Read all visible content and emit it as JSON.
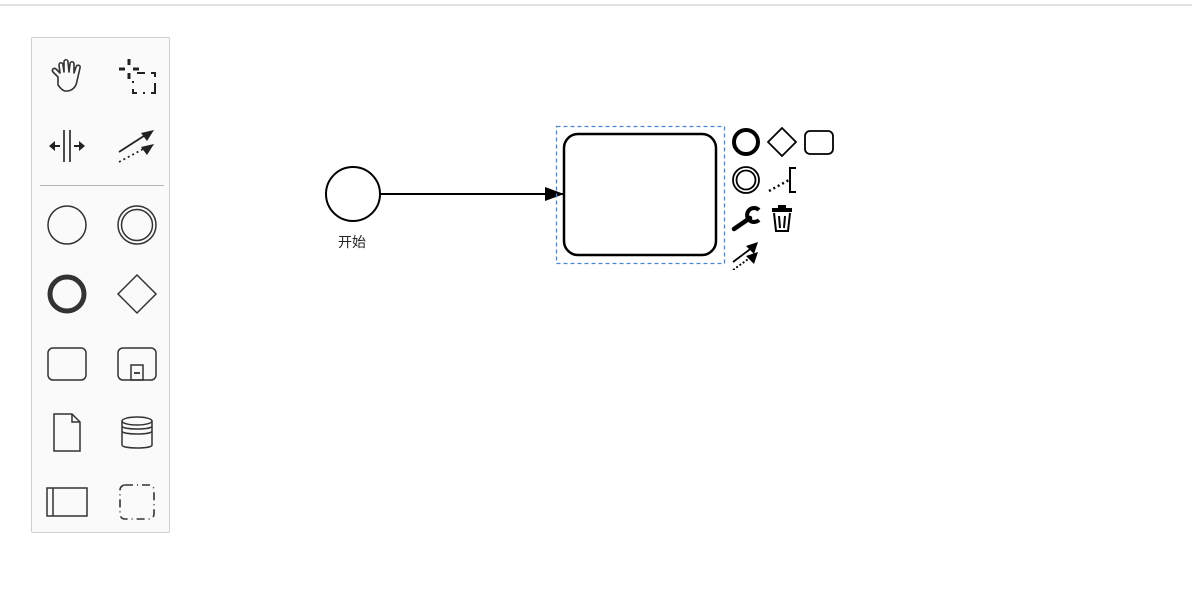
{
  "palette": {
    "tools": [
      {
        "id": "hand-tool",
        "label": "Activate the hand tool"
      },
      {
        "id": "lasso-tool",
        "label": "Activate the lasso tool"
      },
      {
        "id": "space-tool",
        "label": "Activate the create/remove space tool"
      },
      {
        "id": "global-connect-tool",
        "label": "Activate the global connect tool"
      }
    ],
    "shapes": [
      {
        "id": "start-event",
        "label": "Create StartEvent"
      },
      {
        "id": "intermediate-event",
        "label": "Create Intermediate/Boundary Event"
      },
      {
        "id": "end-event",
        "label": "Create EndEvent"
      },
      {
        "id": "gateway",
        "label": "Create Gateway"
      },
      {
        "id": "task",
        "label": "Create Task"
      },
      {
        "id": "subprocess",
        "label": "Create expanded SubProcess"
      },
      {
        "id": "data-object",
        "label": "Create DataObjectReference"
      },
      {
        "id": "data-store",
        "label": "Create DataStoreReference"
      },
      {
        "id": "pool",
        "label": "Create Pool/Participant"
      },
      {
        "id": "group",
        "label": "Create Group"
      }
    ]
  },
  "diagram": {
    "start_event": {
      "label": "开始"
    },
    "task": {
      "label": "",
      "selected": true
    },
    "selection_color": "#4c84d6"
  },
  "context_pad": {
    "items": [
      {
        "id": "append-end-event"
      },
      {
        "id": "append-gateway"
      },
      {
        "id": "append-task"
      },
      {
        "id": "append-intermediate-event"
      },
      {
        "id": "append-text-annotation"
      },
      {
        "id": "replace"
      },
      {
        "id": "delete"
      },
      {
        "id": "connect"
      }
    ]
  }
}
